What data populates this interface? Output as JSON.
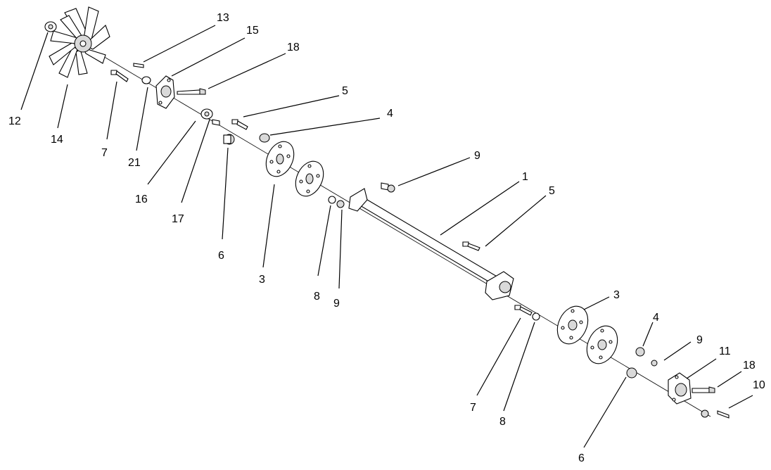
{
  "diagram": {
    "callouts": [
      {
        "id": "c13",
        "label": "13"
      },
      {
        "id": "c15",
        "label": "15"
      },
      {
        "id": "c18a",
        "label": "18"
      },
      {
        "id": "c12",
        "label": "12"
      },
      {
        "id": "c14",
        "label": "14"
      },
      {
        "id": "c7a",
        "label": "7"
      },
      {
        "id": "c21",
        "label": "21"
      },
      {
        "id": "c16",
        "label": "16"
      },
      {
        "id": "c17",
        "label": "17"
      },
      {
        "id": "c5a",
        "label": "5"
      },
      {
        "id": "c4a",
        "label": "4"
      },
      {
        "id": "c6a",
        "label": "6"
      },
      {
        "id": "c3a",
        "label": "3"
      },
      {
        "id": "c9a",
        "label": "9"
      },
      {
        "id": "c8a",
        "label": "8"
      },
      {
        "id": "c9b",
        "label": "9"
      },
      {
        "id": "c1",
        "label": "1"
      },
      {
        "id": "c5b",
        "label": "5"
      },
      {
        "id": "c3b",
        "label": "3"
      },
      {
        "id": "c4b",
        "label": "4"
      },
      {
        "id": "c9c",
        "label": "9"
      },
      {
        "id": "c11",
        "label": "11"
      },
      {
        "id": "c18b",
        "label": "18"
      },
      {
        "id": "c10",
        "label": "10"
      },
      {
        "id": "c7b",
        "label": "7"
      },
      {
        "id": "c8b",
        "label": "8"
      },
      {
        "id": "c6b",
        "label": "6"
      }
    ]
  }
}
